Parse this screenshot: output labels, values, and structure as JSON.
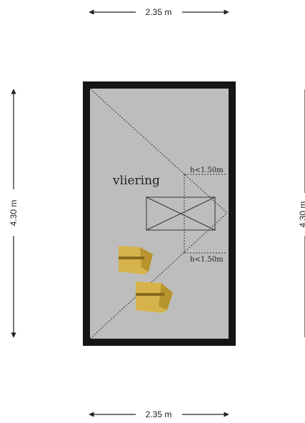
{
  "plan": {
    "room_name": "vliering",
    "dimensions": {
      "top": "2.35 m",
      "bottom": "2.35 m",
      "left": "4.30 m",
      "right": "4.30 m"
    },
    "height_notes": {
      "upper": "h<1.50m",
      "lower": "h<1.50m"
    }
  },
  "colors": {
    "wall": "#151515",
    "floor": "#bdbdbd",
    "box": "#d6b24a"
  }
}
